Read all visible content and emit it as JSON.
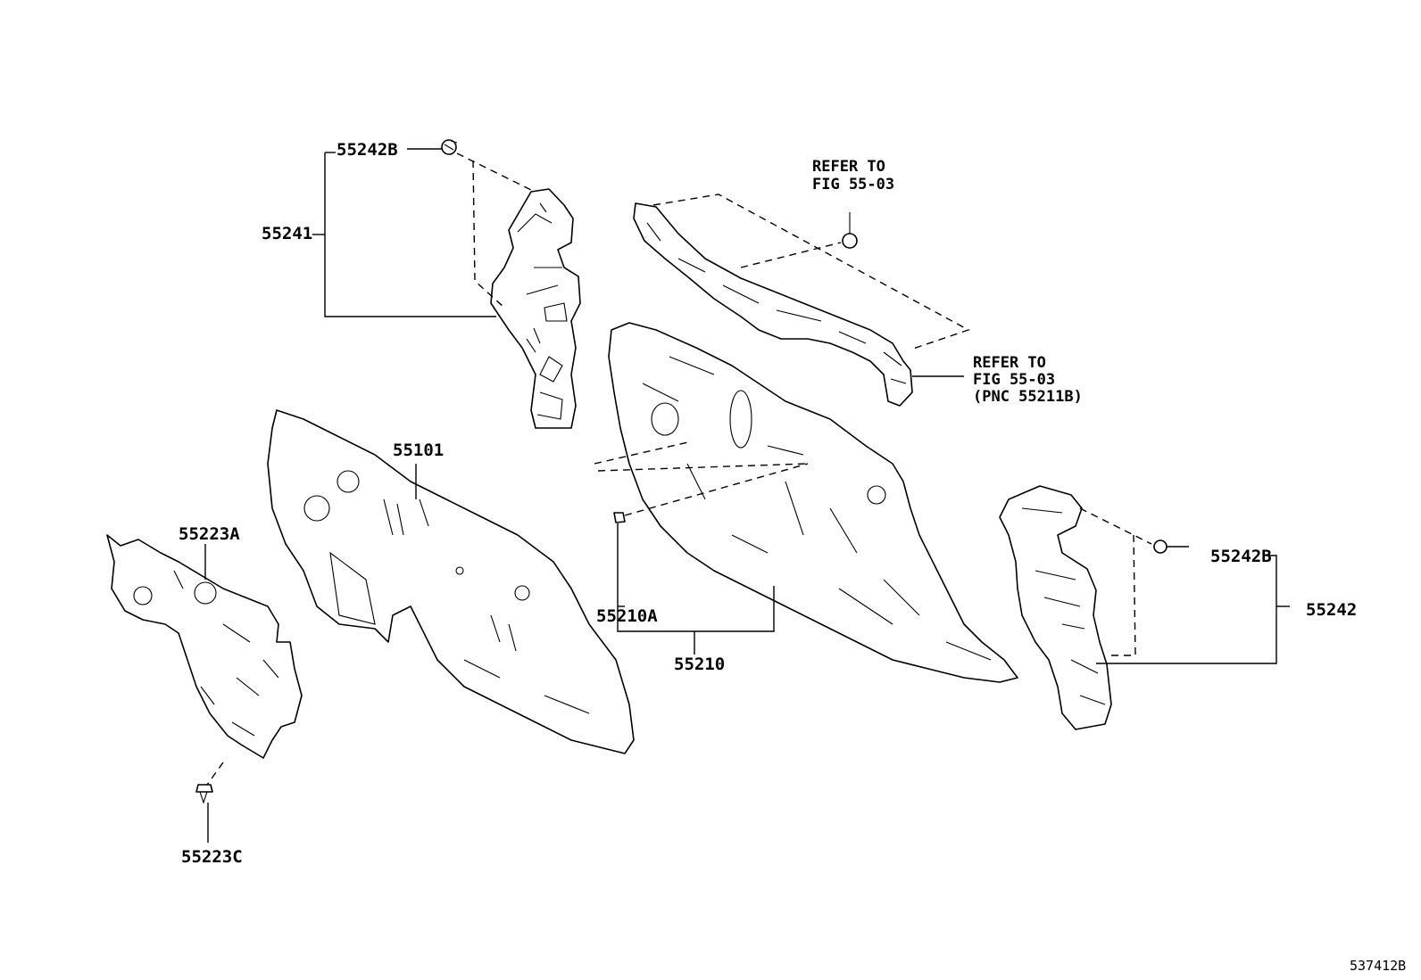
{
  "diagram": {
    "figure_id": "537412B",
    "part_labels": {
      "p55242B_left": "55242B",
      "p55241": "55241",
      "p55101": "55101",
      "p55223A": "55223A",
      "p55223C": "55223C",
      "p55210A": "55210A",
      "p55210": "55210",
      "p55242B_right": "55242B",
      "p55242": "55242"
    },
    "notes": {
      "refer_top_line1": "REFER TO",
      "refer_top_line2": "FIG 55-03",
      "refer_right_line1": "REFER TO",
      "refer_right_line2": "FIG 55-03",
      "refer_right_line3": "(PNC 55211B)"
    }
  }
}
